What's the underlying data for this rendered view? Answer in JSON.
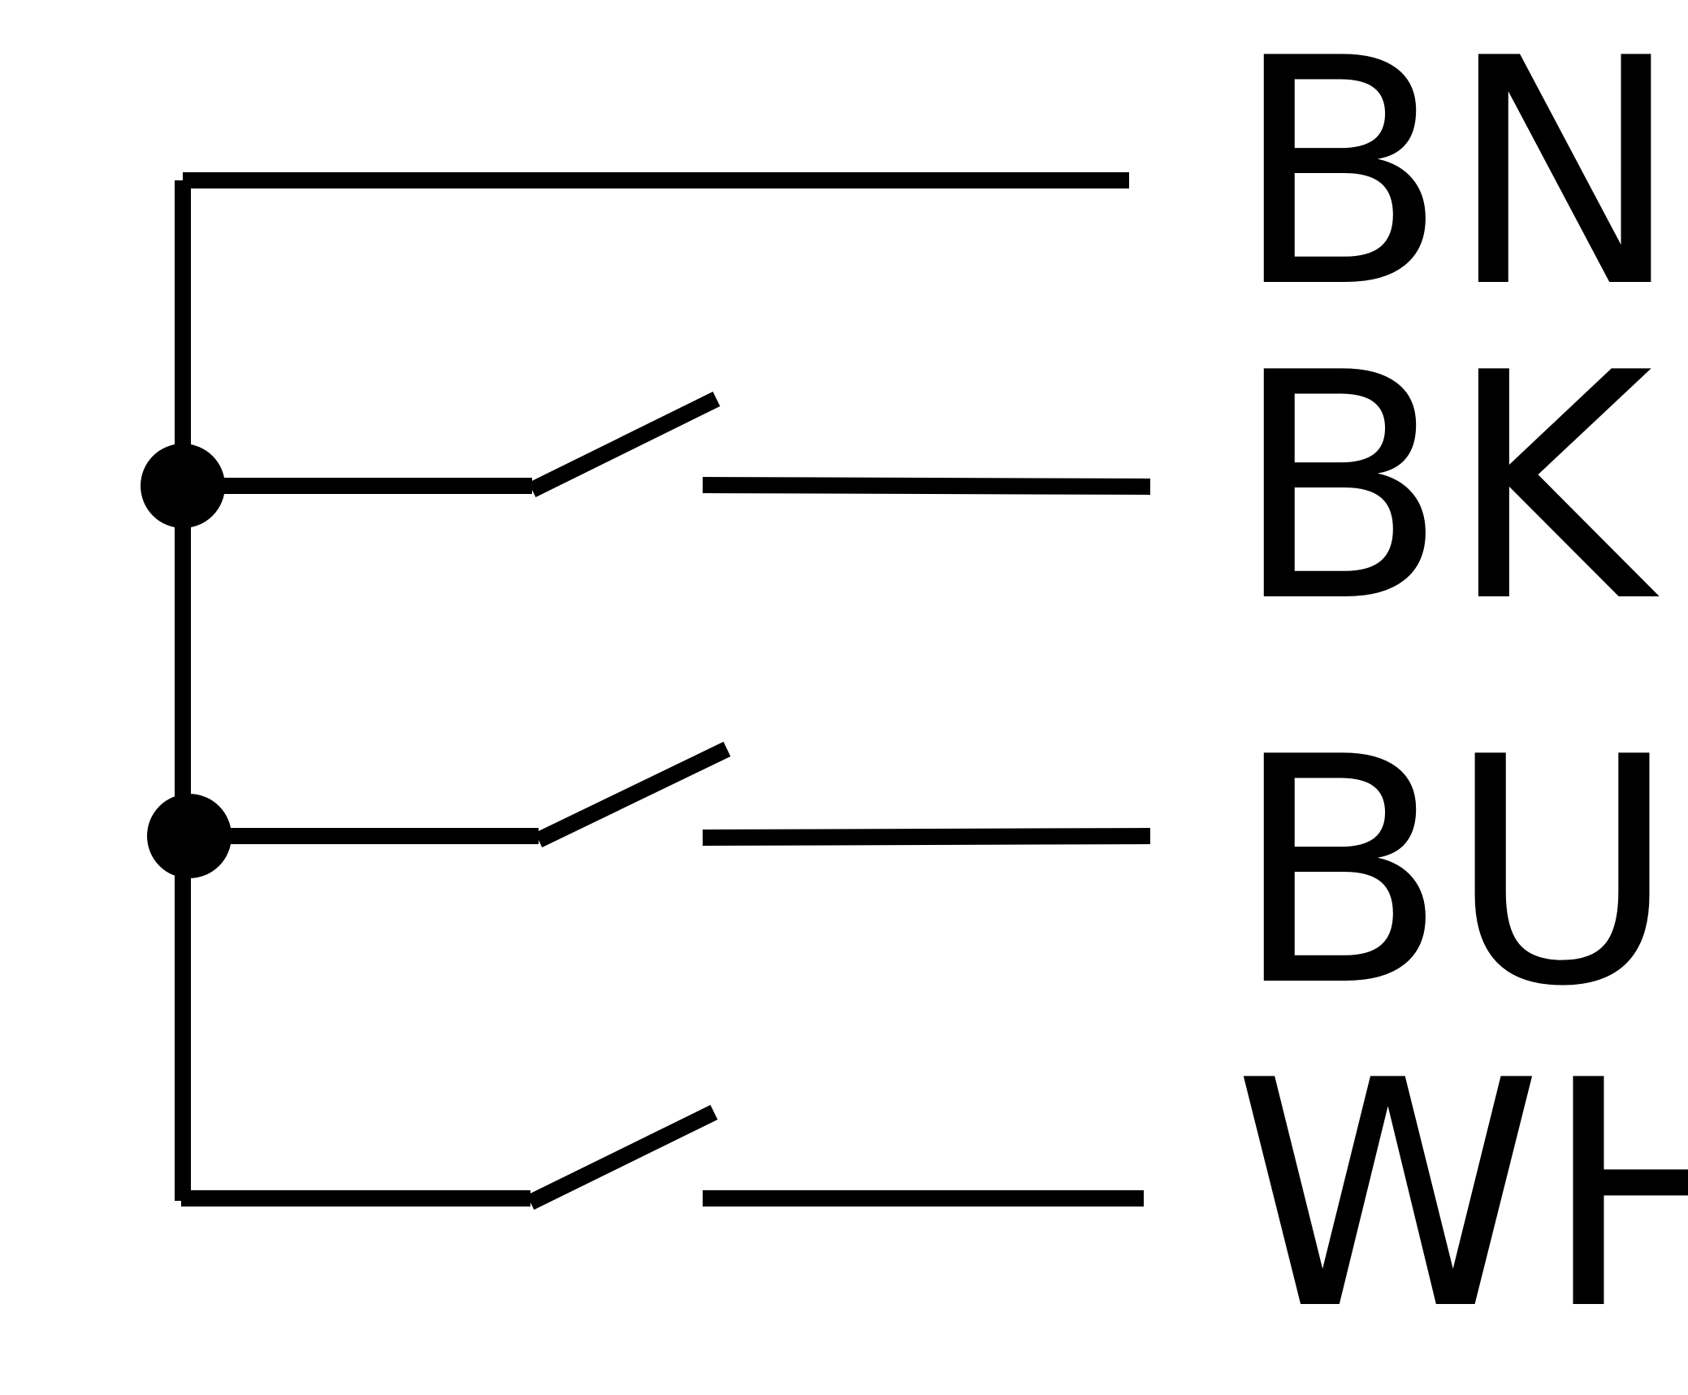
{
  "colors": {
    "line": "#000000",
    "background": "#ffffff"
  },
  "wires": [
    {
      "label": "BN"
    },
    {
      "label": "BK"
    },
    {
      "label": "BU"
    },
    {
      "label": "WH"
    }
  ]
}
